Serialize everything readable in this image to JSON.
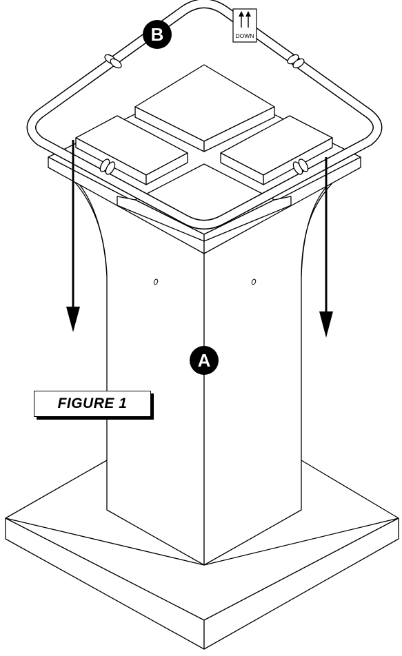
{
  "figure": {
    "label": "FIGURE 1"
  },
  "callouts": [
    {
      "id": "A",
      "label": "A"
    },
    {
      "id": "B",
      "label": "B"
    }
  ],
  "down_label": {
    "text": "DOWN"
  },
  "colors": {
    "line": "#000000",
    "fill": "#ffffff",
    "callout_bg": "#000000",
    "callout_text": "#ffffff"
  }
}
